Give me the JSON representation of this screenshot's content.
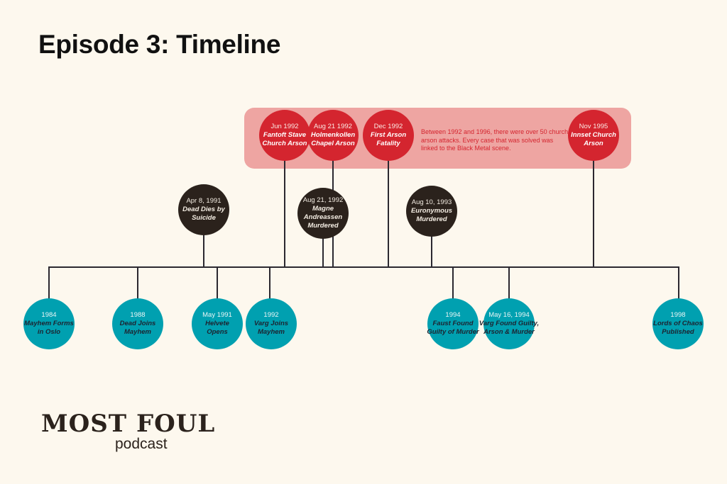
{
  "title": "Episode 3: Timeline",
  "arson_note": "Between 1992 and 1996, there were over 50 church arson attacks. Every case that was solved was linked to the Black Metal scene.",
  "colors": {
    "background": "#fdf8ee",
    "arson": "#d4252f",
    "arson_box": "#eea5a2",
    "murder": "#2b221c",
    "band": "#00a0b0"
  },
  "arson_events": [
    {
      "date": "Jun 1992",
      "text": "Fantoft Stave\nChurch Arson"
    },
    {
      "date": "Aug 21 1992",
      "text": "Holmenkollen\nChapel Arson"
    },
    {
      "date": "Dec 1992",
      "text": "First Arson\nFatality"
    },
    {
      "date": "Nov 1995",
      "text": "Innset Church\nArson"
    }
  ],
  "dark_events": [
    {
      "date": "Apr 8, 1991",
      "text": "Dead Dies by\nSuicide"
    },
    {
      "date": "Aug 21, 1992",
      "text": "Magne\nAndreassen\nMurdered"
    },
    {
      "date": "Aug 10, 1993",
      "text": "Euronymous\nMurdered"
    }
  ],
  "band_events": [
    {
      "date": "1984",
      "text": "Mayhem Forms\nin Oslo"
    },
    {
      "date": "1988",
      "text": "Dead Joins\nMayhem"
    },
    {
      "date": "May 1991",
      "text": "Helvete\nOpens"
    },
    {
      "date": "1992",
      "text": "Varg Joins\nMayhem"
    },
    {
      "date": "1994",
      "text": "Faust Found\nGuilty of Murder"
    },
    {
      "date": "May 16, 1994",
      "text": "Varg Found Guilty,\nArson & Murder"
    },
    {
      "date": "1998",
      "text": "Lords of Chaos\nPublished"
    }
  ],
  "logo": {
    "name": "MOST FOUL",
    "sub": "podcast"
  }
}
